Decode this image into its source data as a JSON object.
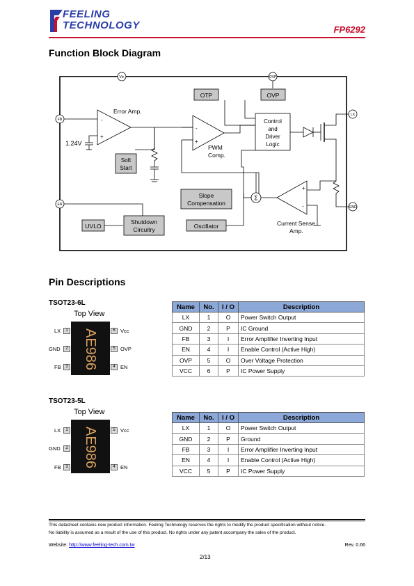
{
  "header": {
    "logo_line1": "FEELING",
    "logo_line2": "TECHNOLOGY",
    "part_number": "FP6292"
  },
  "block_diagram": {
    "section_title": "Function Block Diagram",
    "pins": {
      "vin": "Vin",
      "ovp": "OVP",
      "fb": "FB",
      "lx": "LX",
      "en": "EN",
      "gnd": "GND"
    },
    "blocks": {
      "otp": "OTP",
      "ovp": "OVP",
      "control_line1": "Control",
      "control_line2": "and",
      "control_line3": "Driver",
      "control_line4": "Logic",
      "soft_start_line1": "Soft",
      "soft_start_line2": "Start",
      "slope_line1": "Slope",
      "slope_line2": "Compensation",
      "oscillator": "Oscillator",
      "uvlo": "UVLO",
      "shutdown_line1": "Shutdown",
      "shutdown_line2": "Circuitry",
      "sigma": "Σ"
    },
    "labels": {
      "error_amp": "Error Amp.",
      "pwm_line1": "PWM",
      "pwm_line2": "Comp.",
      "ref_voltage": "1.24V",
      "current_sense_line1": "Current Sense",
      "current_sense_line2": "Amp."
    }
  },
  "pin_descriptions": {
    "section_title": "Pin Descriptions",
    "columns": [
      "Name",
      "No.",
      "I / O",
      "Description"
    ],
    "packages": [
      {
        "title": "TSOT23-6L",
        "top_view": "Top View",
        "marking": "AE986",
        "left_pins": [
          {
            "label": "LX",
            "num": "1"
          },
          {
            "label": "GND",
            "num": "2"
          },
          {
            "label": "FB",
            "num": "3"
          }
        ],
        "right_pins": [
          {
            "label": "Vcc",
            "num": "6"
          },
          {
            "label": "OVP",
            "num": "5"
          },
          {
            "label": "EN",
            "num": "4"
          }
        ],
        "rows": [
          [
            "LX",
            "1",
            "O",
            "Power Switch Output"
          ],
          [
            "GND",
            "2",
            "P",
            "IC Ground"
          ],
          [
            "FB",
            "3",
            "I",
            "Error Amplifier Inverting Input"
          ],
          [
            "EN",
            "4",
            "I",
            "Enable Control (Active High)"
          ],
          [
            "OVP",
            "5",
            "O",
            "Over Voltage Protection"
          ],
          [
            "VCC",
            "6",
            "P",
            "IC Power Supply"
          ]
        ]
      },
      {
        "title": "TSOT23-5L",
        "top_view": "Top View",
        "marking": "AE986",
        "left_pins": [
          {
            "label": "LX",
            "num": "1"
          },
          {
            "label": "GND",
            "num": "2"
          },
          {
            "label": "FB",
            "num": "3"
          }
        ],
        "right_pins": [
          {
            "label": "Vcc",
            "num": "5"
          },
          {
            "label": "EN",
            "num": "4"
          }
        ],
        "rows": [
          [
            "LX",
            "1",
            "O",
            "Power Switch Output"
          ],
          [
            "GND",
            "2",
            "P",
            "Ground"
          ],
          [
            "FB",
            "3",
            "I",
            "Error Amplifier Inverting Input"
          ],
          [
            "EN",
            "4",
            "I",
            "Enable Control (Active High)"
          ],
          [
            "VCC",
            "5",
            "P",
            "IC Power Supply"
          ]
        ]
      }
    ]
  },
  "footer": {
    "line1": "This datasheet contains new product information.   Feeling Technology reserves the rights to modify the product specification without notice.",
    "line2": "No liability is assumed as a result of the use of this product. No rights under any patent accompany the sales of the product.",
    "website_label": "Website: ",
    "website_url": "http://www.feeling-tech.com.tw",
    "revision": "Rev. 0.66",
    "page": "2/13"
  },
  "colors": {
    "brand_blue": "#2b3ea8",
    "brand_red": "#c8102e",
    "table_header": "#8ca8d8",
    "block_fill": "#c8c8c8"
  }
}
